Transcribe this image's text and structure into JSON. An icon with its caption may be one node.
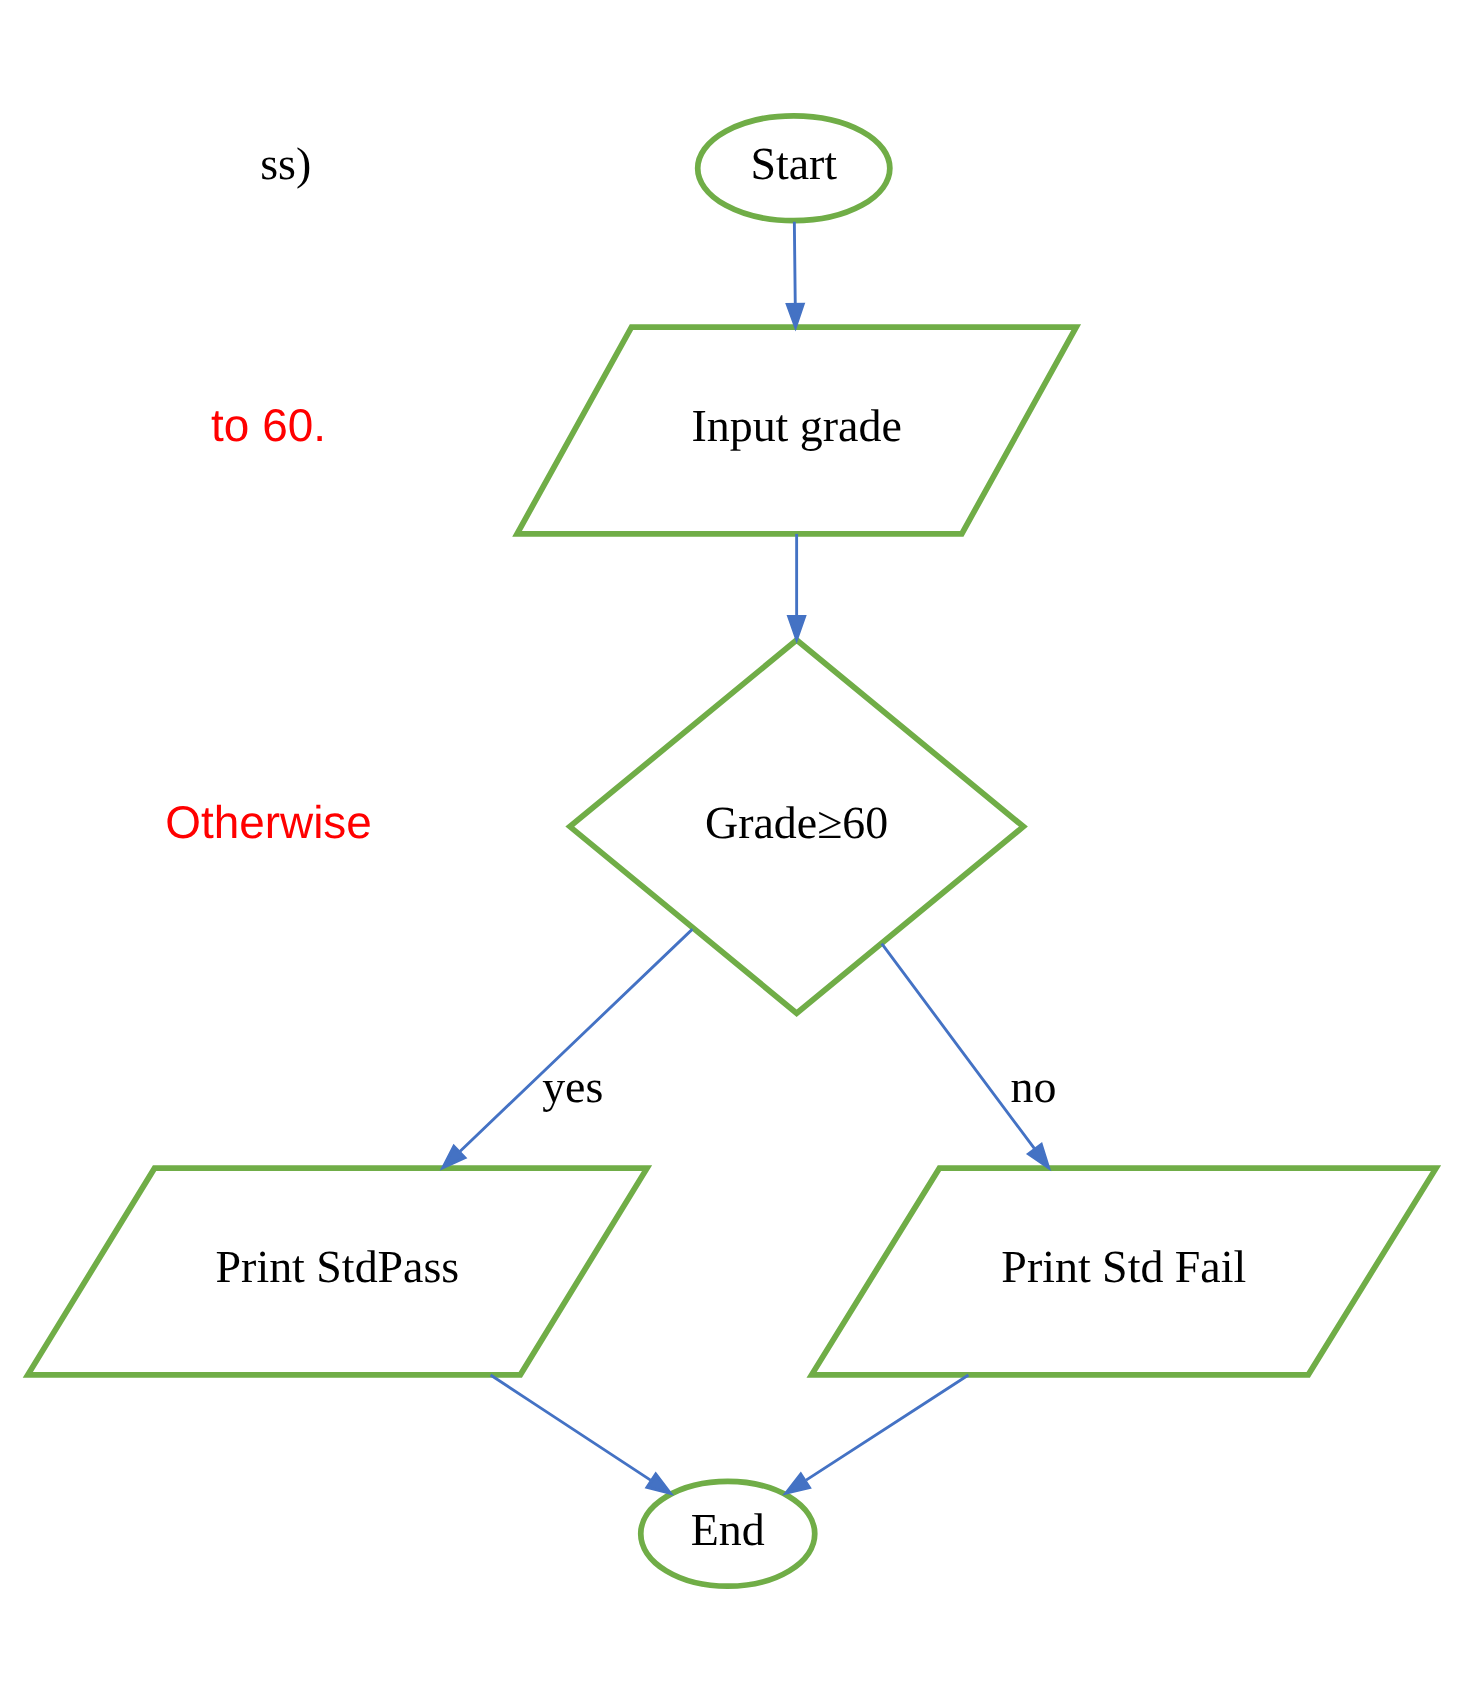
{
  "diagram": {
    "nodes": [
      {
        "text": [
          "Start"
        ]
      },
      {
        "text": [
          "Input grade"
        ]
      },
      {
        "text": [
          "Grade≥60"
        ]
      },
      {
        "text": [
          "Print StdPass"
        ]
      },
      {
        "text": [
          "Print Std Fail"
        ]
      },
      {
        "text": [
          "End"
        ]
      }
    ],
    "edges": [
      {
        "from": 0,
        "to": 1,
        "arrow": "to"
      },
      {
        "from": 1,
        "to": 2,
        "arrow": "to"
      },
      {
        "from": 2,
        "to": 3,
        "label": "yes",
        "arrow": "to"
      },
      {
        "from": 2,
        "to": 4,
        "label": "no",
        "arrow": "to"
      },
      {
        "from": 3,
        "to": 5,
        "arrow": "to"
      },
      {
        "from": 4,
        "to": 5,
        "arrow": "to"
      }
    ],
    "labels": [
      "ss)",
      "to 60.",
      "Otherwise"
    ]
  }
}
